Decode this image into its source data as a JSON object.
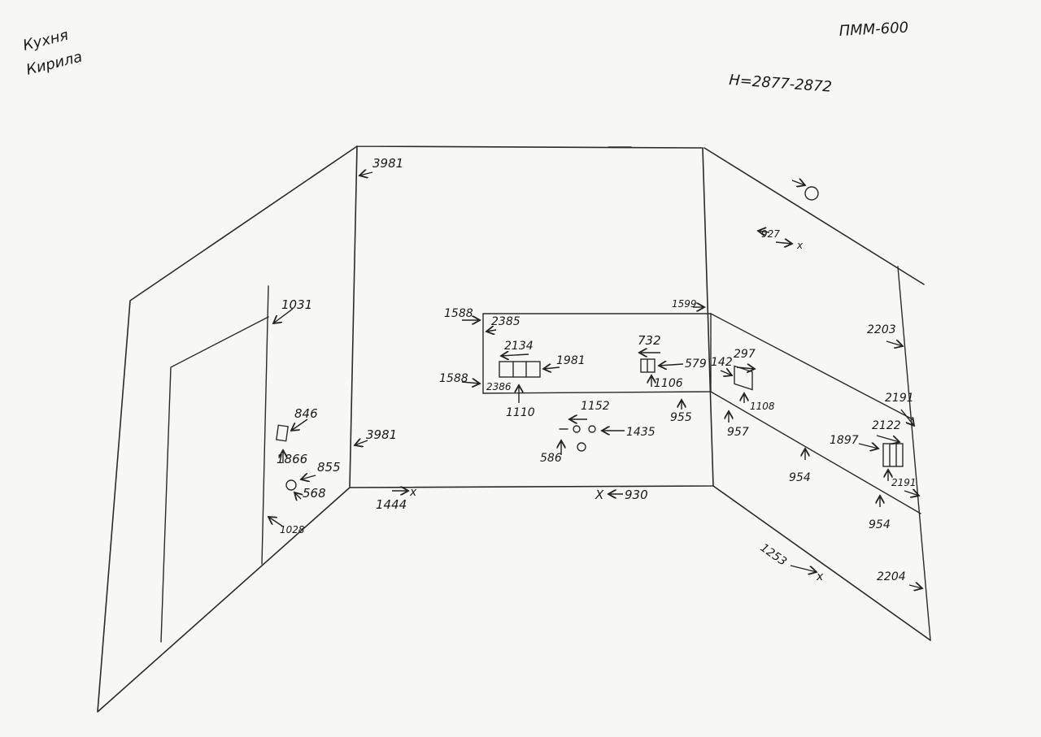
{
  "header": {
    "title_line1": "Кухня",
    "title_line2": "Кирила",
    "code": "ПММ-600",
    "height_note": "H=2877-2872"
  },
  "left_wall": {
    "door_top": "1031",
    "socket_h": "846",
    "socket_x": "1866",
    "pipe_x": "855",
    "pipe_h": "568",
    "door_bottom": "1028"
  },
  "back_wall": {
    "top_right_corner": "3981",
    "bottom_left_corner": "3981",
    "floor_left_x": "1444",
    "floor_right_x": "930",
    "x_mark": "X",
    "apron_left_top": "1588",
    "apron_left_bottom": "1588",
    "apron_top_span": "2385",
    "apron_bottom_span": "2386",
    "outlet3_x": "2134",
    "outlet3_left": "1981",
    "outlet_right_x": "732",
    "outlet_right_offset": "579",
    "outlet_right_h": "1106",
    "apron_right_top": "1599",
    "apron_bottom_mark": "1110",
    "pipes_h": "1152",
    "pipes_x": "1435",
    "drain_x": "586",
    "floor_point_right": "955"
  },
  "right_wall": {
    "lamp_mark": "927",
    "apron_top_far": "2203",
    "outlet2_left": "142",
    "outlet2_x": "297",
    "outlet2_h": "1108",
    "mark_957": "957",
    "mark_954a": "954",
    "mark_954b": "954",
    "apron_bottom_far": "2191",
    "outlet3_x": "2122",
    "outlet3_left": "1897",
    "outlet3_right": "2191",
    "floor_x": "1253",
    "floor_far": "2204"
  }
}
